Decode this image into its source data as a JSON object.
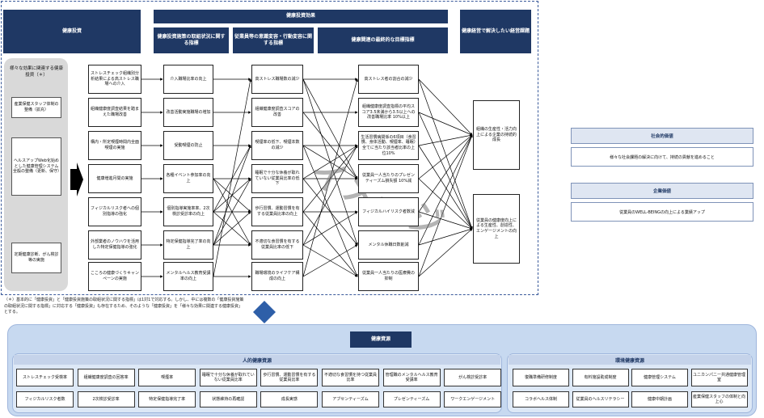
{
  "headers": {
    "investment": "健康投資",
    "effects": "健康投資効果",
    "col_indicators": "健康投資施策の取組状況に関する指標",
    "col_behavior": "従業員等の意識変容・行動変容に関する指標",
    "col_final": "健康関連の最終的な目標指標",
    "issues": "健康経営で解決したい経営課題"
  },
  "left_panel": {
    "title": "様々な効果に関連する健康投資（＊）",
    "items": [
      "産業保健スタッフ体制の整備（拡充）",
      "ヘルスアップWeb化始めとした健康管理システム全般の整備（更新、保守）",
      "定期健康診断、がん検診等の実施"
    ]
  },
  "investments": [
    "ストレスチェック組織別分析結果による高ストレス職場への介入",
    "組織健康度調査結果を踏まえた職場改善",
    "構内・所定喫煙時間内全面喫煙の実施",
    "健康増進月間の実施",
    "フィジカルリスク者への個別指導の強化",
    "外部業者のノウハウを活用した特定保健指導の強化",
    "こころの健康づくりキャンペーンの実施"
  ],
  "indicators": [
    "介入職場比率の向上",
    "改善活動実施職場の増加",
    "受動喫煙の防止",
    "各種イベント参加率の向上",
    "個別指導実施率率、2次検診受診率の向上",
    "特定保健指導完了率の向上",
    "メンタルヘルス教育受講率の向上"
  ],
  "behaviors": [
    "高ストレス職場数の減少",
    "組織健康度調査スコアの改善",
    "喫煙率の低下、喫煙本数の減少",
    "睡眠で十分な休養が取れていない従業員比率の低下",
    "歩行習慣、運動習慣を有する従業員比率の向上",
    "不適切な食習慣を有する従業員比率の低下",
    "職場環境のライフケア構成の向上"
  ],
  "finals": [
    "高ストレス者の割合の減少",
    "組織健康度調査指標の平均スコア3.5未満から3.5以上への改善職場比率 10%以上",
    "生活習慣病関係の6項目（食習慣、身体活動、喫煙率、睡眠）全てに当たり該当者比率の上位10%",
    "従業員一人当たりのプレゼンティーズム損失額 10%減",
    "フィジカルハイリスク者数減",
    "メンタル休職日数削減",
    "従業員一人当たりの医療費の抑制"
  ],
  "issues": [
    "組織の生産性・活力向上による企業の持続的成長",
    "従業員の健康度向上による生産性、創造性、エンゲージメントの向上"
  ],
  "watermark": "イメージ",
  "note": "（＊）基本的に「健康投資」と「健康投資施策の取組状況に関する指標」は1対1で対応する。しかし、中には複数の「健康投資施策の取組状況に関する指標」に対応する「健康投資」も存在するため、そのような「健康投資」を「様々な効果に関連する健康投資」とする。",
  "social_value": {
    "title": "社会的価値",
    "body": "様々な社会課題の解決に向けて、持続の貢献を進めること"
  },
  "corporate_value": {
    "title": "企業価値",
    "body": "従業員のWELL-BEINGの向上による業績アップ"
  },
  "resources": {
    "title": "健康資源",
    "human": {
      "title": "人的健康資源",
      "row1": [
        "ストレスチェック受検率",
        "組織健康度調査の回答率",
        "喫煙率",
        "睡眠で十分な休養が取れていない従業員比率",
        "歩行習慣、運動習慣を有する従業員比率",
        "不適切な食習慣を持つ従業員比率",
        "管理職のメンタルヘルス教育受講率",
        "がん検診受診率"
      ],
      "row2": [
        "フィジカルリスク者数",
        "2次検診受診率",
        "特定保健指導完了率",
        "状態維持の再確認",
        "成長実感",
        "アブセンティーズム",
        "プレゼンティーズム",
        "ワークエンゲージメント"
      ]
    },
    "environment": {
      "title": "環境健康資源",
      "row1": [
        "復職準備研修制度",
        "有料施設助成制度",
        "健康管理システム",
        "ユニカンパニー共通健康管理室"
      ],
      "row2": [
        "コラボヘルス体制",
        "従業員のヘルスリテラシー",
        "健康中期計画",
        "産業保健スタッフの体制と向上心"
      ]
    }
  }
}
